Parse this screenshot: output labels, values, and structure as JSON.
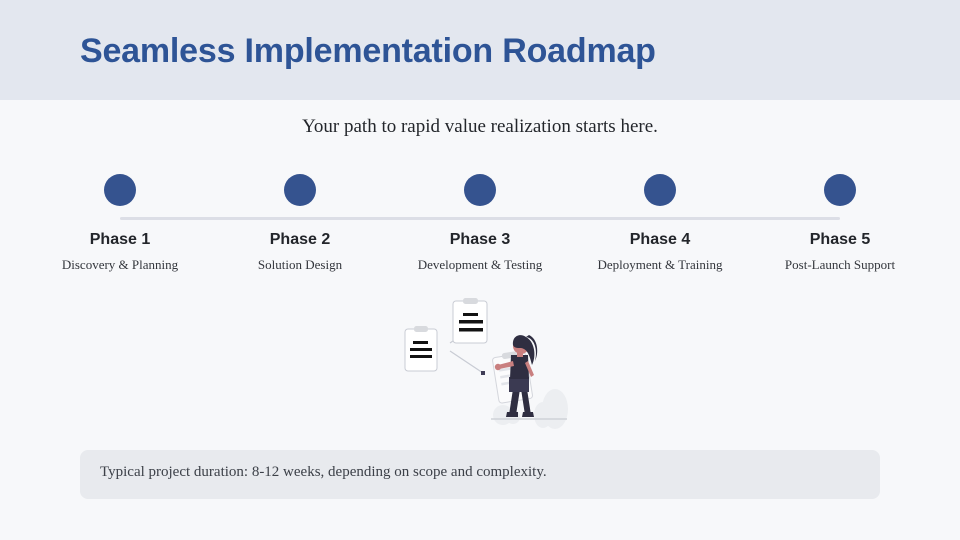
{
  "header": {
    "title": "Seamless Implementation Roadmap",
    "band_color": "#e3e7ef",
    "title_color": "#2e5496"
  },
  "subtitle": "Your path to rapid value realization starts here.",
  "timeline": {
    "line_color": "#dcdee6",
    "dot_color": "#35538f",
    "phases": [
      {
        "name": "Phase 1",
        "desc": "Discovery & Planning"
      },
      {
        "name": "Phase 2",
        "desc": "Solution Design"
      },
      {
        "name": "Phase 3",
        "desc": "Development & Testing"
      },
      {
        "name": "Phase 4",
        "desc": "Deployment & Training"
      },
      {
        "name": "Phase 5",
        "desc": "Post-Launch Support"
      }
    ]
  },
  "illustration": {
    "name": "person-with-clipboard-documents-illustration",
    "elements": [
      "source-document-clipboard",
      "target-document-clipboard",
      "arrow-to-document",
      "arrow-to-person",
      "person-holding-clipboard",
      "ground-line",
      "background-plants"
    ]
  },
  "footnote": {
    "text": "Typical project duration: 8-12 weeks, depending on scope and complexity.",
    "background_color": "#e8eaee"
  }
}
